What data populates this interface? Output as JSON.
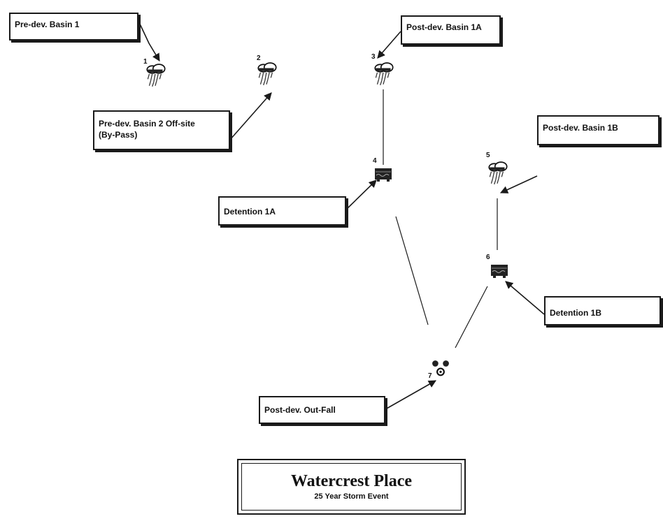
{
  "diagram": {
    "labels": {
      "pre_dev_basin_1": "Pre-dev. Basin 1",
      "pre_dev_basin_2": "Pre-dev. Basin 2 Off-site\n(By-Pass)",
      "post_dev_basin_1a": "Post-dev. Basin 1A",
      "post_dev_basin_1b": "Post-dev. Basin 1B",
      "detention_1a": "Detention 1A",
      "detention_1b": "Detention 1B",
      "post_dev_outfall": "Post-dev. Out-Fall"
    },
    "nodes": [
      {
        "num": "1",
        "type": "basin"
      },
      {
        "num": "2",
        "type": "basin"
      },
      {
        "num": "3",
        "type": "basin"
      },
      {
        "num": "4",
        "type": "pond"
      },
      {
        "num": "5",
        "type": "basin"
      },
      {
        "num": "6",
        "type": "pond"
      },
      {
        "num": "7",
        "type": "junction"
      }
    ],
    "icons": {
      "basin": "rain-cloud-icon",
      "pond": "detention-pond-icon",
      "junction": "junction-icon"
    }
  },
  "title_block": {
    "title": "Watercrest Place",
    "subtitle": "25 Year Storm Event"
  }
}
